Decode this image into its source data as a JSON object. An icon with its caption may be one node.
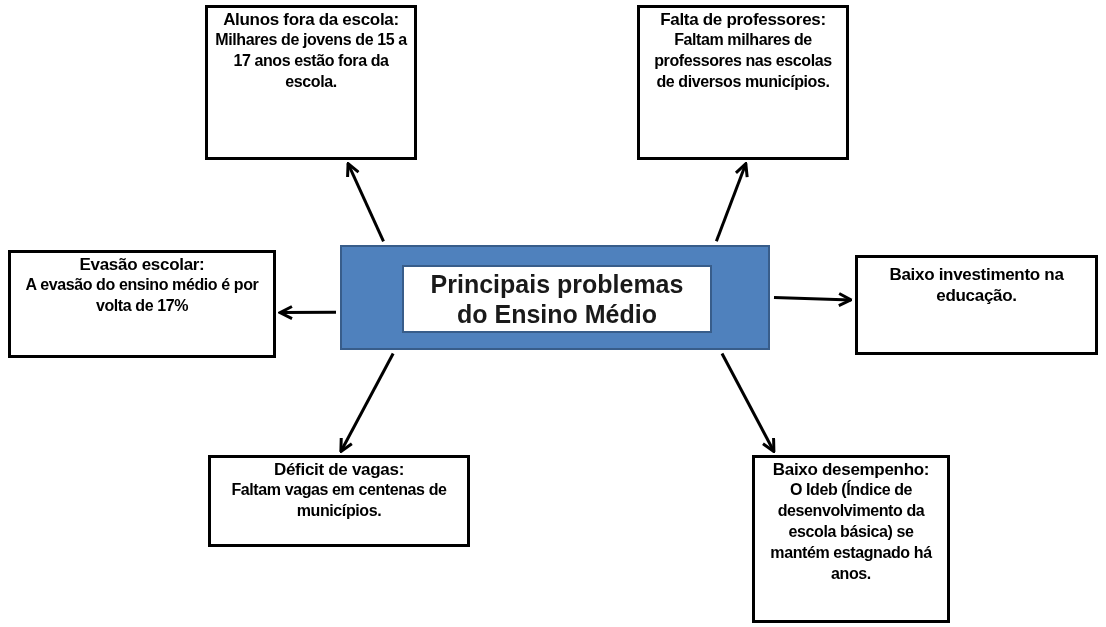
{
  "diagram": {
    "nodes": [
      {
        "text": [
          "Alunos fora da escola:",
          "Milhares de jovens de 15 a 17 anos estão fora da escola."
        ]
      },
      {
        "text": [
          "Falta de professores:",
          "Faltam milhares de professores nas escolas de diversos municípios."
        ]
      },
      {
        "text": [
          "Evasão escolar:",
          "A evasão do ensino médio é por volta de 17%"
        ]
      },
      {
        "text": [],
        "shape": "box"
      },
      {
        "text": [
          "Principais problemas do Ensino Médio"
        ],
        "in": 3
      },
      {
        "text": [
          "Baixo investimento na educação."
        ]
      },
      {
        "text": [
          "Déficit de vagas:",
          "Faltam vagas em centenas de municípios."
        ]
      },
      {
        "text": [
          "Baixo desempenho:",
          "O Ideb (Índice de desenvolvimento da escola básica) se mantém estagnado há anos."
        ]
      }
    ],
    "edges": [
      {
        "from": 3,
        "to": 0,
        "arrow": "to"
      },
      {
        "from": 3,
        "to": 1,
        "arrow": "to"
      },
      {
        "from": 3,
        "to": 2,
        "arrow": "to"
      },
      {
        "from": 3,
        "to": 5,
        "arrow": "to"
      },
      {
        "from": 3,
        "to": 6,
        "arrow": "to"
      },
      {
        "from": 3,
        "to": 7,
        "arrow": "to"
      }
    ]
  }
}
